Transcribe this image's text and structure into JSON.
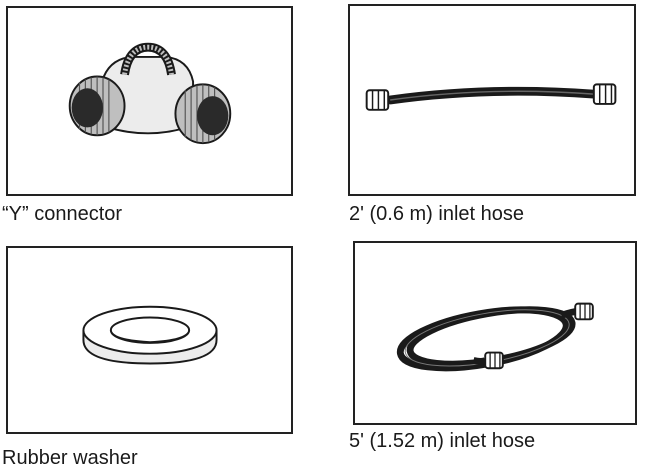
{
  "parts": [
    {
      "id": "y-connector",
      "caption": "“Y” connector"
    },
    {
      "id": "short-hose",
      "caption": "2' (0.6 m) inlet hose"
    },
    {
      "id": "rubber-washer",
      "caption": "Rubber washer"
    },
    {
      "id": "long-hose",
      "caption": "5' (1.52 m) inlet hose"
    }
  ],
  "colors": {
    "frame": "#222222",
    "ink": "#1a1a1a",
    "fill_dark": "#2a2a2a",
    "fill_gray": "#bfbfbf",
    "fill_light": "#ececec"
  }
}
